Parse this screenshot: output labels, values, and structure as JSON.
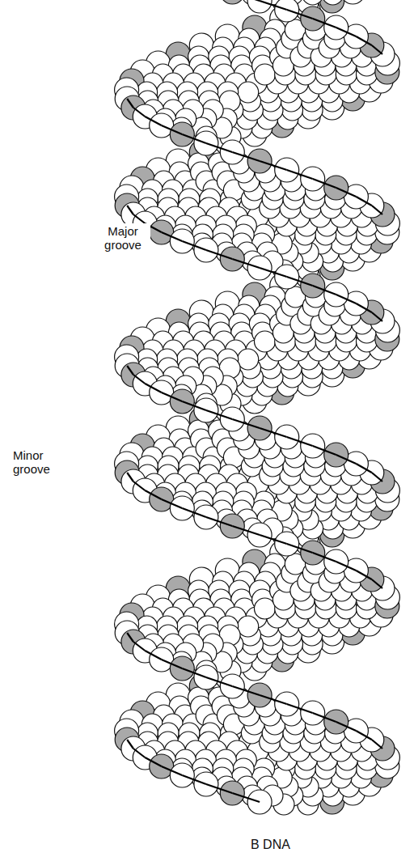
{
  "diagram": {
    "caption": "B DNA",
    "labels": [
      "Major groove",
      "Minor groove"
    ]
  }
}
